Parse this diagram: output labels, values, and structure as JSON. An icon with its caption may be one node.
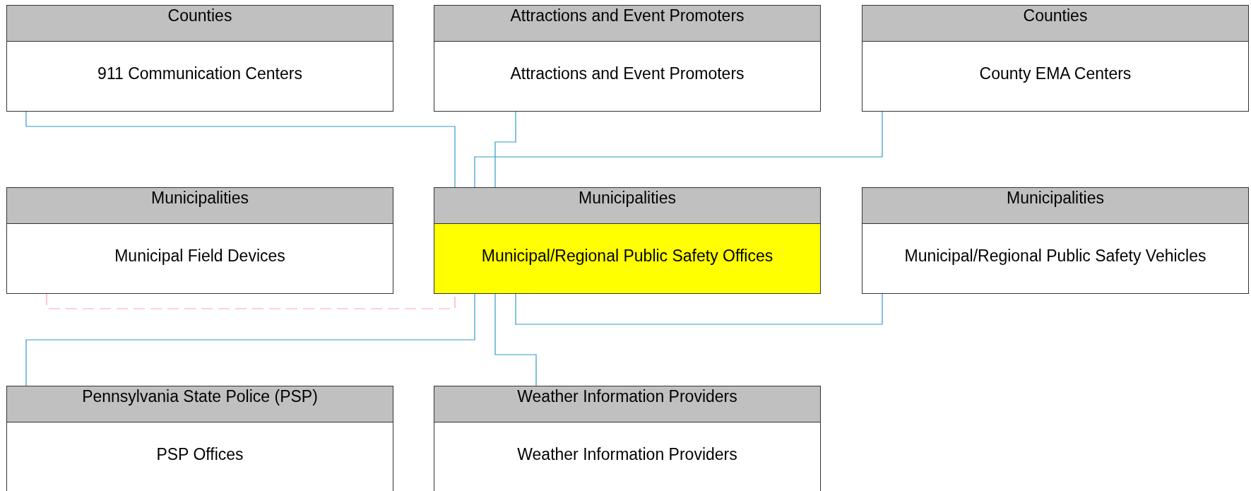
{
  "diagram": {
    "nodes": [
      {
        "text": [
          "Counties",
          "911 Communication Centers"
        ]
      },
      {
        "text": [
          "Attractions and Event Promoters",
          "Attractions and Event Promoters"
        ]
      },
      {
        "text": [
          "Counties",
          "County EMA Centers"
        ]
      },
      {
        "text": [
          "Municipalities",
          "Municipal Field Devices"
        ]
      },
      {
        "text": [
          "Municipalities",
          "Municipal/Regional Public Safety Offices"
        ]
      },
      {
        "text": [
          "Municipalities",
          "Municipal/Regional Public Safety Vehicles"
        ]
      },
      {
        "text": [
          "Pennsylvania State Police (PSP)",
          "PSP Offices"
        ]
      },
      {
        "text": [
          "Weather Information Providers",
          "Weather Information Providers"
        ]
      }
    ],
    "edges": [
      {
        "from": 0,
        "to": 4,
        "arrow": "none"
      },
      {
        "from": 1,
        "to": 4,
        "arrow": "none"
      },
      {
        "from": 2,
        "to": 4,
        "arrow": "none"
      },
      {
        "from": 3,
        "to": 4,
        "arrow": "none",
        "style": "dashed",
        "color": "#ff9ec4"
      },
      {
        "from": 4,
        "to": 5,
        "arrow": "none"
      },
      {
        "from": 4,
        "to": 6,
        "arrow": "none"
      },
      {
        "from": 4,
        "to": 7,
        "arrow": "none"
      }
    ]
  }
}
